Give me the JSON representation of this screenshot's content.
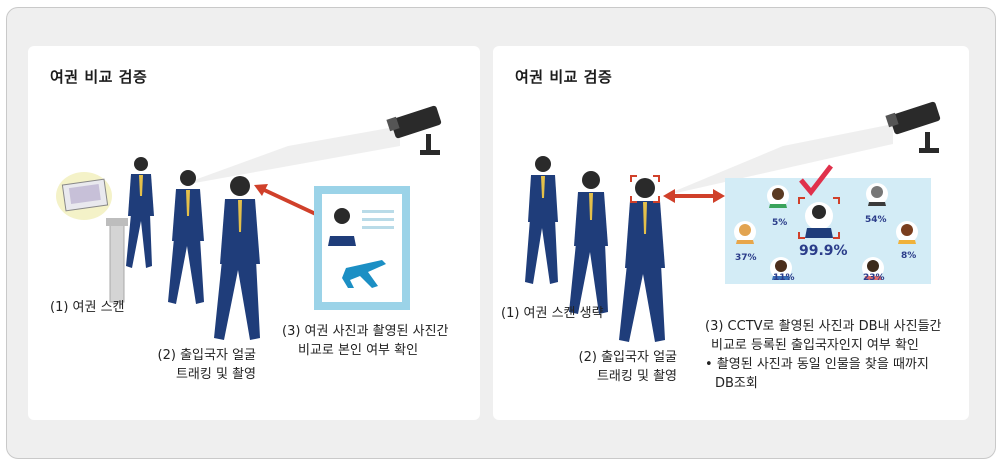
{
  "left_panel": {
    "title": "여권 비교 검증",
    "step1": "(1) 여권 스캔",
    "step2_line1": "(2) 출입국자 얼굴",
    "step2_line2": "트래킹 및 촬영",
    "step3_line1": "(3) 여권 사진과 촬영된 사진간",
    "step3_line2": "비교로 본인 여부 확인"
  },
  "right_panel": {
    "title": "여권 비교 검증",
    "step1": "(1) 여권 스캔 생략",
    "step2_line1": "(2) 출입국자 얼굴",
    "step2_line2": "트래킹 및 촬영",
    "step3_line1": "(3) CCTV로 촬영된 사진과 DB내 사진들간",
    "step3_line2": "비교로 등록된 출입국자인지 여부 확인",
    "bullet_line1": "• 촬영된 사진과 동일 인물을 찾을 때까지",
    "bullet_line2": "DB조회",
    "match_scores": {
      "top_left": "5%",
      "left": "37%",
      "bottom_left": "11%",
      "center": "99.9%",
      "top_right": "54%",
      "right": "8%",
      "bottom_right": "23%"
    }
  },
  "colors": {
    "suit": "#1f3d7a",
    "arrow": "#d0402a",
    "checkmark": "#e0314b",
    "screen": "#d3ecf6",
    "passport_frame": "#9bd3e8",
    "plane": "#1c8fc4"
  }
}
